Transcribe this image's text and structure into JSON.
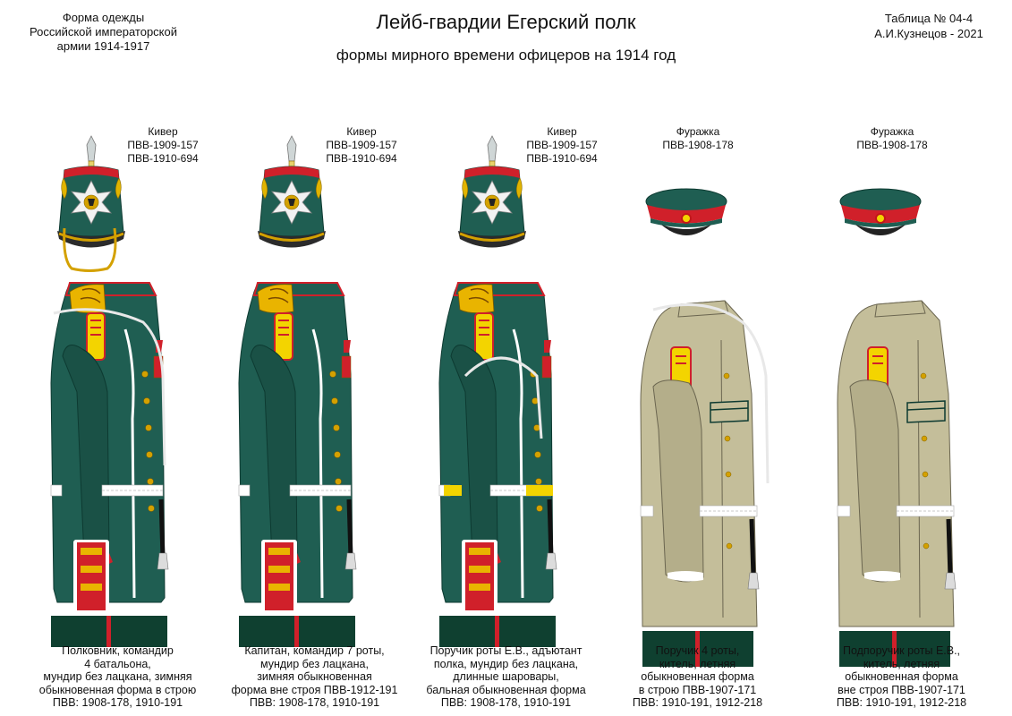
{
  "header": {
    "left_lines": [
      "Форма одежды",
      "Российской императорской",
      "армии  1914-1917"
    ],
    "title": "Лейб-гвардии Егерский полк",
    "subtitle": "формы мирного времени офицеров на 1914 год",
    "right_lines": [
      "Таблица №  04-4",
      "А.И.Кузнецов - 2021"
    ]
  },
  "colors": {
    "tunic_green": "#1f5e52",
    "kitel_khaki": "#c4be9a",
    "trouser_green": "#0f4030",
    "piping_red": "#d0202a",
    "epaulette_yellow": "#f3d400",
    "braid_gold": "#d4a100"
  },
  "figures": [
    {
      "headwear_type": "shako",
      "headwear_lines": [
        "Кивер",
        "ПВВ-1909-157",
        "ПВВ-1910-694"
      ],
      "caption_lines": [
        "Полковник, командир",
        "4 батальона,",
        "мундир без лацкана, зимняя",
        "обыкновенная форма в строю",
        "ПВВ: 1908-178, 1910-191"
      ]
    },
    {
      "headwear_type": "shako",
      "headwear_lines": [
        "Кивер",
        "ПВВ-1909-157",
        "ПВВ-1910-694"
      ],
      "caption_lines": [
        "Капитан, командир 7 роты,",
        "мундир без лацкана,",
        "зимняя обыкновенная",
        "форма вне строя ПВВ-1912-191",
        "ПВВ: 1908-178, 1910-191"
      ]
    },
    {
      "headwear_type": "shako",
      "headwear_lines": [
        "Кивер",
        "ПВВ-1909-157",
        "ПВВ-1910-694"
      ],
      "caption_lines": [
        "Поручик роты Е.В., адъютант",
        "полка, мундир без лацкана,",
        "длинные шаровары,",
        "бальная обыкновенная форма",
        "ПВВ: 1908-178, 1910-191"
      ]
    },
    {
      "headwear_type": "peaked-cap",
      "headwear_lines": [
        "Фуражка",
        "ПВВ-1908-178"
      ],
      "caption_lines": [
        "Поручик 4 роты,",
        "китель, летняя",
        "обыкновенная форма",
        "в строю ПВВ-1907-171",
        "ПВВ: 1910-191, 1912-218"
      ]
    },
    {
      "headwear_type": "peaked-cap",
      "headwear_lines": [
        "Фуражка",
        "ПВВ-1908-178"
      ],
      "caption_lines": [
        "Подпоручик роты Е.В.,",
        "китель, летняя",
        "обыкновенная форма",
        "вне строя ПВВ-1907-171",
        "ПВВ: 1910-191, 1912-218"
      ]
    }
  ]
}
